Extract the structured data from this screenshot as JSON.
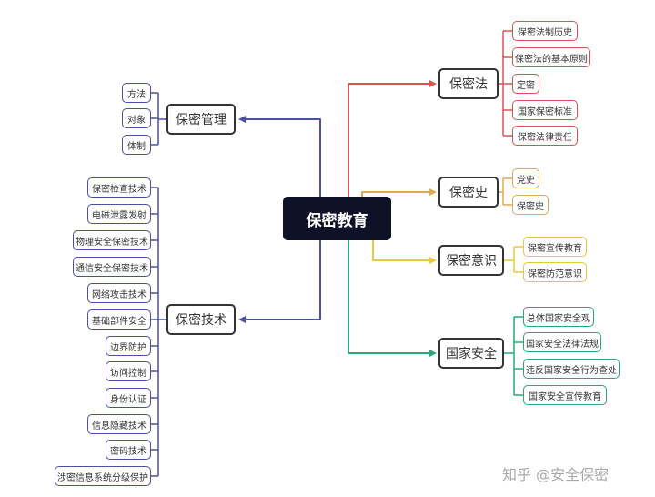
{
  "root": "保密教育",
  "colors": {
    "law": "#d9534f",
    "history": "#e0a85a",
    "awareness": "#e6c93c",
    "security": "#2aa876",
    "left": "#4b4fa6"
  },
  "branches": {
    "law": {
      "label": "保密法",
      "items": [
        "保密法制历史",
        "保密法的基本原则",
        "定密",
        "国家保密标准",
        "保密法律责任"
      ]
    },
    "history": {
      "label": "保密史",
      "items": [
        "党史",
        "保密史"
      ]
    },
    "awareness": {
      "label": "保密意识",
      "items": [
        "保密宣传教育",
        "保密防范意识"
      ]
    },
    "security": {
      "label": "国家安全",
      "items": [
        "总体国家安全观",
        "国家安全法律法规",
        "违反国家安全行为查处",
        "国家安全宣传教育"
      ]
    },
    "management": {
      "label": "保密管理",
      "items": [
        "方法",
        "对象",
        "体制"
      ]
    },
    "technology": {
      "label": "保密技术",
      "items": [
        "保密检查技术",
        "电磁泄露发射",
        "物理安全保密技术",
        "通信安全保密技术",
        "网络攻击技术",
        "基础部件安全",
        "边界防护",
        "访问控制",
        "身份认证",
        "信息隐藏技术",
        "密码技术",
        "涉密信息系统分级保护"
      ]
    }
  },
  "watermark": "知乎 @安全保密"
}
